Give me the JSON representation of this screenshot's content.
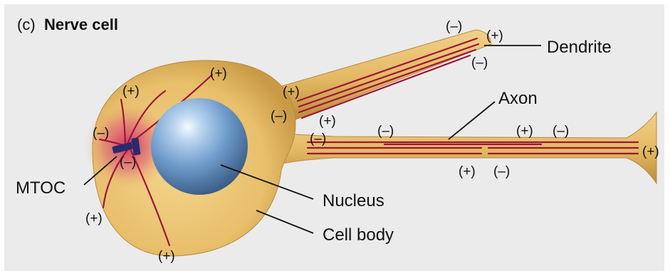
{
  "panel": {
    "letter": "(c)",
    "title": "Nerve cell"
  },
  "labels": {
    "dendrite": "Dendrite",
    "axon": "Axon",
    "mtoc": "MTOC",
    "nucleus": "Nucleus",
    "cell_body": "Cell body"
  },
  "polarity": {
    "plus": "(+)",
    "minus": "(–)"
  },
  "colors": {
    "background": "#ebebeb",
    "cytoplasm": "#e6bd6a",
    "nucleus": "#6f9ccc",
    "microtubule": "#9e1538",
    "mtoc": "#2a2a6e"
  }
}
